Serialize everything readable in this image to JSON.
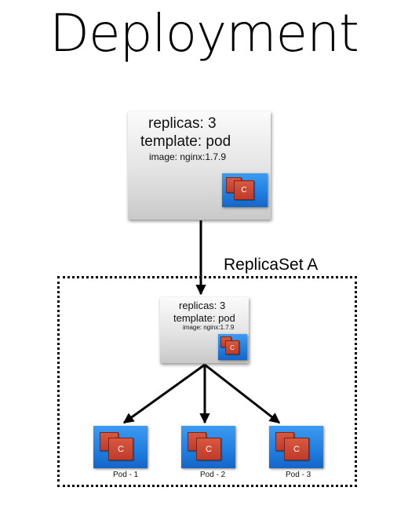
{
  "title": "Deployment",
  "deployment_card": {
    "replicas": "replicas: 3",
    "template": "template: pod",
    "image": "image: nginx:1.7.9",
    "container_letter": "C"
  },
  "replicaset": {
    "label": "ReplicaSet A",
    "card": {
      "replicas": "replicas: 3",
      "template": "template: pod",
      "image": "image: nginx:1.7.9",
      "container_letter": "C"
    }
  },
  "pods": [
    {
      "label": "Pod - 1",
      "container_letter": "C"
    },
    {
      "label": "Pod - 2",
      "container_letter": "C"
    },
    {
      "label": "Pod - 3",
      "container_letter": "C"
    }
  ],
  "colors": {
    "pod_blue": "#1f7ee0",
    "container_red": "#c0402e",
    "card_gray": "#d8d8d8",
    "text": "#000000"
  },
  "icons": [
    "container-icon",
    "arrow-down-icon"
  ]
}
